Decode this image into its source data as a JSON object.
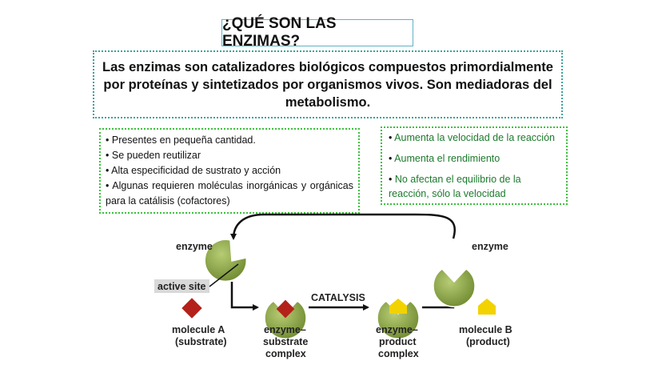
{
  "title": "¿QUÉ SON LAS ENZIMAS?",
  "definition": "Las enzimas son catalizadores biológicos compuestos primordialmente por proteínas y sintetizados por organismos vivos. Son mediadoras del metabolismo.",
  "left_list": [
    "Presentes en pequeña cantidad.",
    "Se pueden reutilizar",
    " Alta especificidad de sustrato y acción",
    "Algunas requieren moléculas inorgánicas y orgánicas para la catálisis (cofactores)"
  ],
  "right_list": [
    "Aumenta la velocidad de la reacción",
    "Aumenta el rendimiento",
    "No afectan el equilibrio de la reacción, sólo la velocidad"
  ],
  "diagram": {
    "enzyme_left": "enzyme",
    "enzyme_right": "enzyme",
    "active_site": "active site",
    "catalysis": "CATALYSIS",
    "molecule_a": [
      "molecule A",
      "(substrate)"
    ],
    "es_complex": [
      "enzyme–",
      "substrate",
      "complex"
    ],
    "ep_complex": [
      "enzyme–",
      "product",
      "complex"
    ],
    "molecule_b": [
      "molecule B",
      "(product)"
    ]
  },
  "colors": {
    "enzyme_fill": "#8fa84a",
    "substrate": "#b3211a",
    "product": "#f2d200",
    "dotted_teal": "#3aa39a",
    "dotted_green": "#3cc13c",
    "green_text": "#1c7a2c"
  }
}
